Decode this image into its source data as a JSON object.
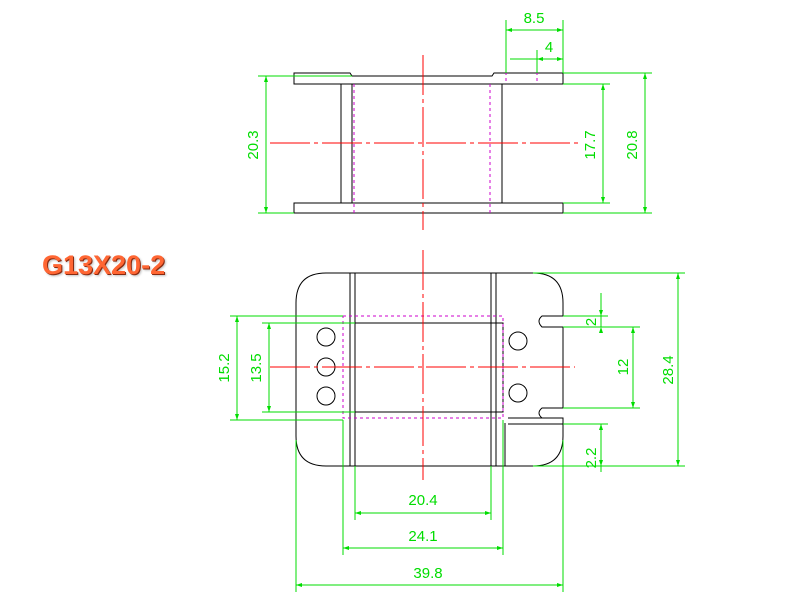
{
  "part_label": "G13X20-2",
  "colors": {
    "outline": "#000000",
    "dimension": "#00dd00",
    "centerline": "#ff0000",
    "hidden": "#cc00cc",
    "label": "#ff6633"
  },
  "dimensions": {
    "top_view": {
      "width_outer": "8.5",
      "width_inner": "4",
      "height_left": "20.3",
      "height_inner": "17.7",
      "height_outer": "20.8"
    },
    "bottom_view": {
      "slot_width": "2",
      "slot_pitch": "12",
      "total_height": "28.4",
      "bottom_offset": "2.2",
      "left_outer": "15.2",
      "left_inner": "13.5",
      "core_width": "20.4",
      "flange_width": "24.1",
      "total_width": "39.8"
    }
  }
}
